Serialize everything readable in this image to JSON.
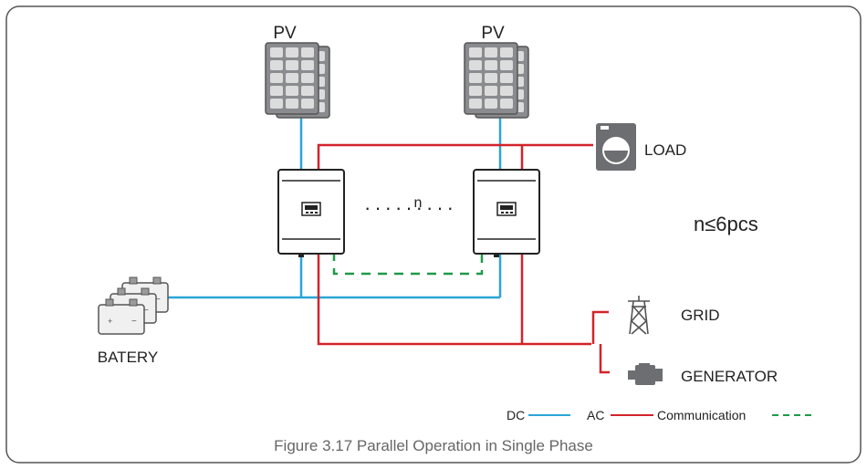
{
  "labels": {
    "pv_left": "PV",
    "pv_right": "PV",
    "load": "LOAD",
    "n_dots": "n",
    "capacity": "n≤6pcs",
    "battery": "BATERY",
    "grid": "GRID",
    "generator": "GENERATOR"
  },
  "legend": {
    "dc": "DC",
    "ac": "AC",
    "communication": "Communication"
  },
  "caption": "Figure 3.17 Parallel Operation in Single Phase",
  "colors": {
    "dc": "#2aa5d8",
    "ac": "#d2232a",
    "communication": "#1e9a48",
    "icon_gray": "#6d6e71",
    "frame": "#555555"
  },
  "icons": [
    "solar-panel-icon",
    "inverter-icon",
    "washing-machine-icon",
    "battery-icon",
    "transmission-tower-icon",
    "generator-icon",
    "switch-icon"
  ]
}
